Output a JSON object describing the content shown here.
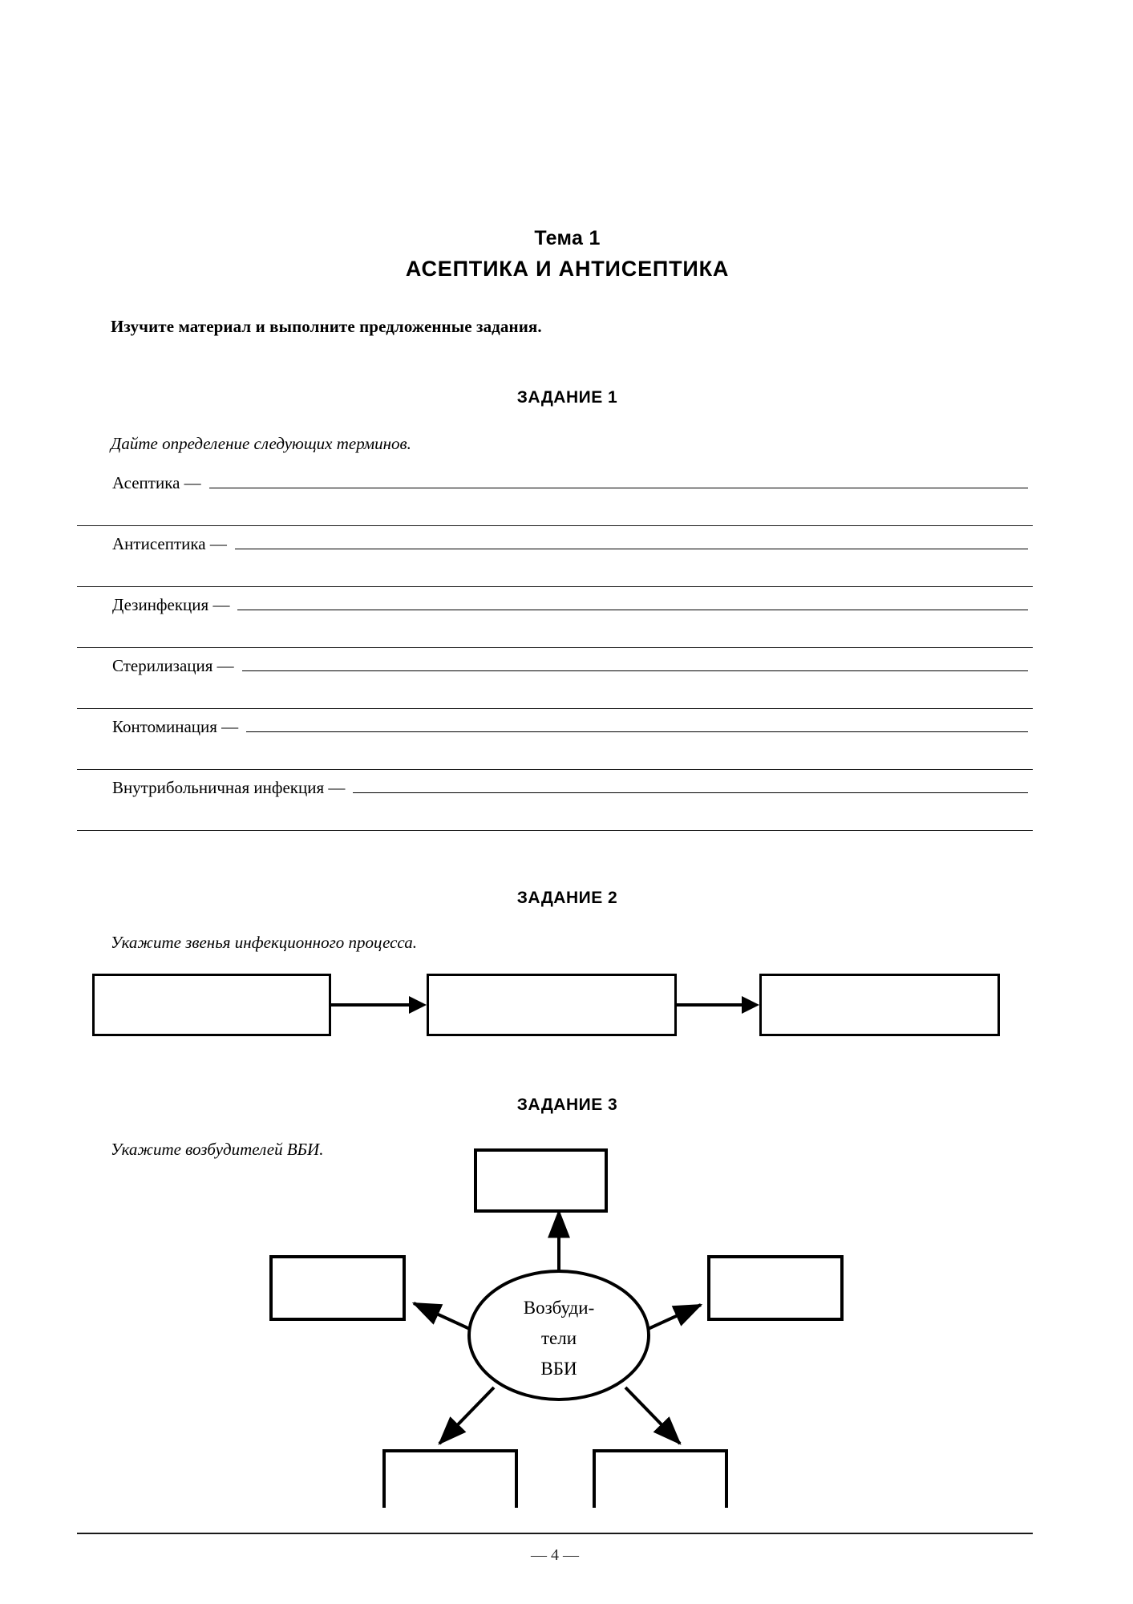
{
  "document": {
    "title_line1": "Тема 1",
    "title_line2": "АСЕПТИКА И АНТИСЕПТИКА",
    "instruction": "Изучите материал и выполните предложенные задания.",
    "page_number": "— 4 —"
  },
  "task1": {
    "heading": "ЗАДАНИЕ 1",
    "prompt": "Дайте определение следующих терминов.",
    "terms": [
      {
        "label": "Асептика —"
      },
      {
        "label": "Антисептика —"
      },
      {
        "label": "Дезинфекция —"
      },
      {
        "label": "Стерилизация —"
      },
      {
        "label": "Контоминация —"
      },
      {
        "label": "Внутрибольничная инфекция —"
      }
    ]
  },
  "task2": {
    "heading": "ЗАДАНИЕ 2",
    "prompt": "Укажите звенья инфекционного процесса.",
    "boxes": [
      {
        "value": ""
      },
      {
        "value": ""
      },
      {
        "value": ""
      }
    ],
    "arrows": 2
  },
  "task3": {
    "heading": "ЗАДАНИЕ 3",
    "prompt": "Укажите возбудителей ВБИ.",
    "center": {
      "line1": "Возбуди-",
      "line2": "тели",
      "line3": "ВБИ"
    },
    "boxes": [
      {
        "position": "top",
        "value": ""
      },
      {
        "position": "left",
        "value": ""
      },
      {
        "position": "right",
        "value": ""
      },
      {
        "position": "bottom-left",
        "value": ""
      },
      {
        "position": "bottom-right",
        "value": ""
      }
    ]
  },
  "colors": {
    "ink": "#000000",
    "rule": "#1a1a1a",
    "paper": "#ffffff"
  }
}
